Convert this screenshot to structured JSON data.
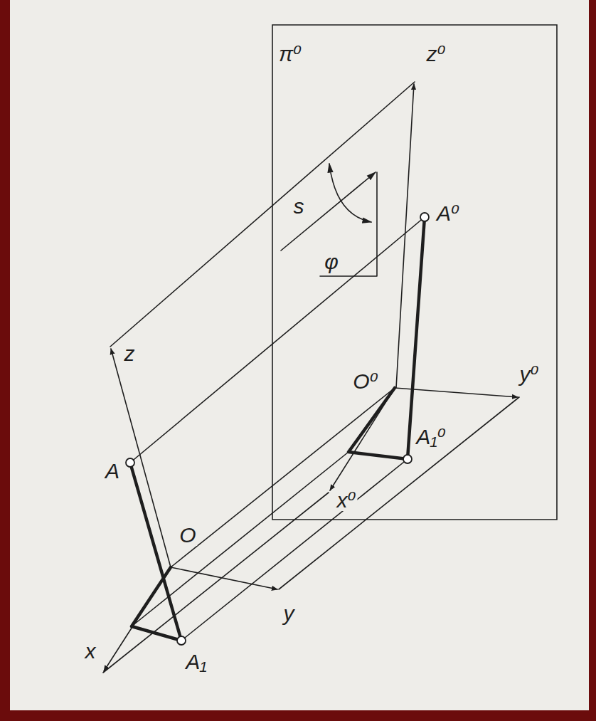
{
  "diagram": {
    "labels": [
      "π⁰",
      "z⁰",
      "s",
      "A⁰",
      "φ",
      "z",
      "O⁰",
      "y⁰",
      "A₁⁰",
      "A",
      "x⁰",
      "O",
      "y",
      "x",
      "A₁"
    ]
  }
}
